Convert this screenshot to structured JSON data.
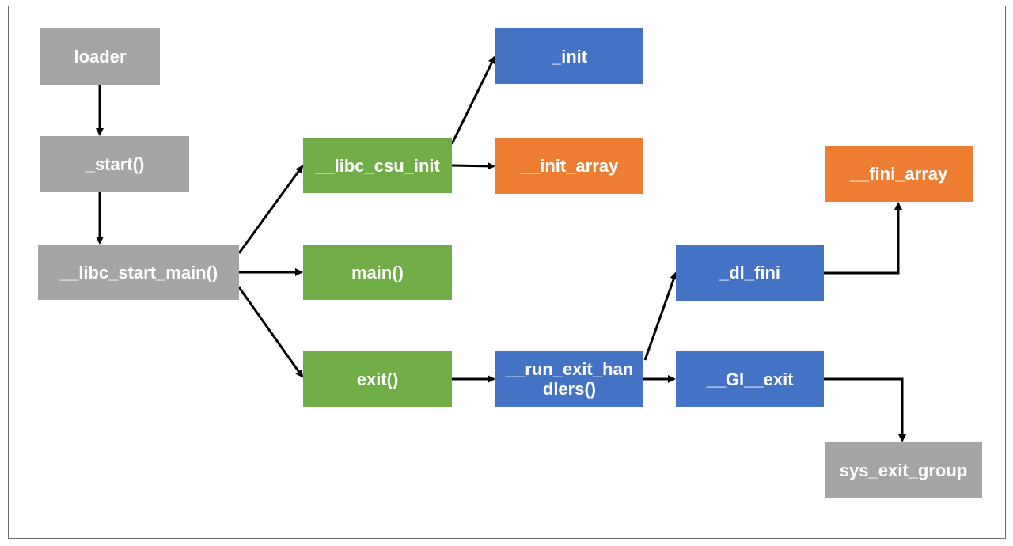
{
  "nodes": {
    "loader": "loader",
    "start": "_start()",
    "libc_start_main": "__libc_start_main()",
    "libc_csu_init": "__libc_csu_init",
    "main": "main()",
    "exit": "exit()",
    "init": "_init",
    "init_array": "__init_array",
    "run_exit_handlers": "__run_exit_han dlers()",
    "dl_fini": "_dl_fini",
    "gi_exit": "__GI__exit",
    "fini_array": "__fini_array",
    "sys_exit_group": "sys_exit_group"
  },
  "colors": {
    "gray": "#a5a5a5",
    "green": "#70ad47",
    "blue": "#4472c4",
    "orange": "#ed7d31",
    "arrow": "#000000"
  },
  "edges": [
    [
      "loader",
      "_start()"
    ],
    [
      "_start()",
      "__libc_start_main()"
    ],
    [
      "__libc_start_main()",
      "__libc_csu_init"
    ],
    [
      "__libc_start_main()",
      "main()"
    ],
    [
      "__libc_start_main()",
      "exit()"
    ],
    [
      "__libc_csu_init",
      "_init"
    ],
    [
      "__libc_csu_init",
      "__init_array"
    ],
    [
      "exit()",
      "__run_exit_handlers()"
    ],
    [
      "__run_exit_handlers()",
      "_dl_fini"
    ],
    [
      "__run_exit_handlers()",
      "__GI__exit"
    ],
    [
      "_dl_fini",
      "__fini_array"
    ],
    [
      "__GI__exit",
      "sys_exit_group"
    ]
  ]
}
